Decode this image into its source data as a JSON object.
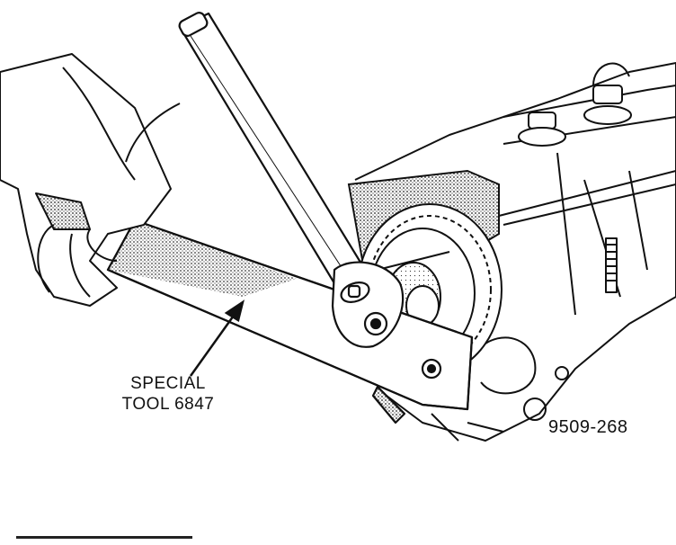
{
  "figure": {
    "callout": {
      "line1": "SPECIAL",
      "line2": "TOOL 6847"
    },
    "figure_number": "9509-268",
    "ink_color": "#111111",
    "paper_color": "#ffffff"
  }
}
